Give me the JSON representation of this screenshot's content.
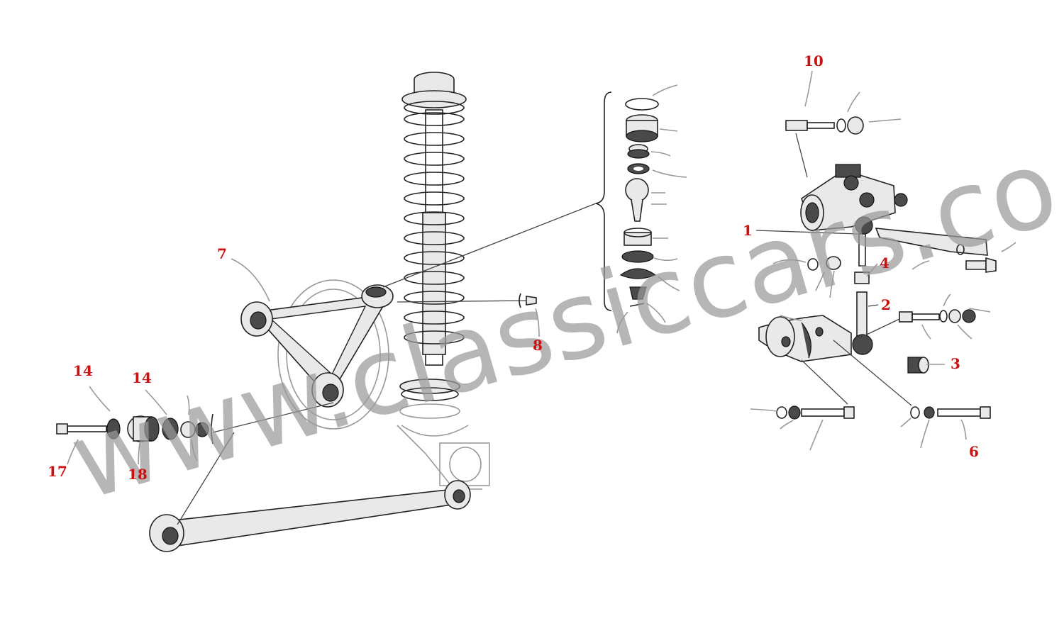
{
  "watermark": {
    "text": "www.classiccars.co.at",
    "color": "#9a9a9a"
  },
  "callout_color": "#cc1111",
  "callouts": [
    {
      "id": "1",
      "label": "1"
    },
    {
      "id": "2",
      "label": "2"
    },
    {
      "id": "3",
      "label": "3"
    },
    {
      "id": "4",
      "label": "4"
    },
    {
      "id": "6",
      "label": "6"
    },
    {
      "id": "7",
      "label": "7"
    },
    {
      "id": "8",
      "label": "8"
    },
    {
      "id": "10",
      "label": "10"
    },
    {
      "id": "14a",
      "label": "14"
    },
    {
      "id": "14b",
      "label": "14"
    },
    {
      "id": "17",
      "label": "17"
    },
    {
      "id": "18",
      "label": "18"
    }
  ]
}
